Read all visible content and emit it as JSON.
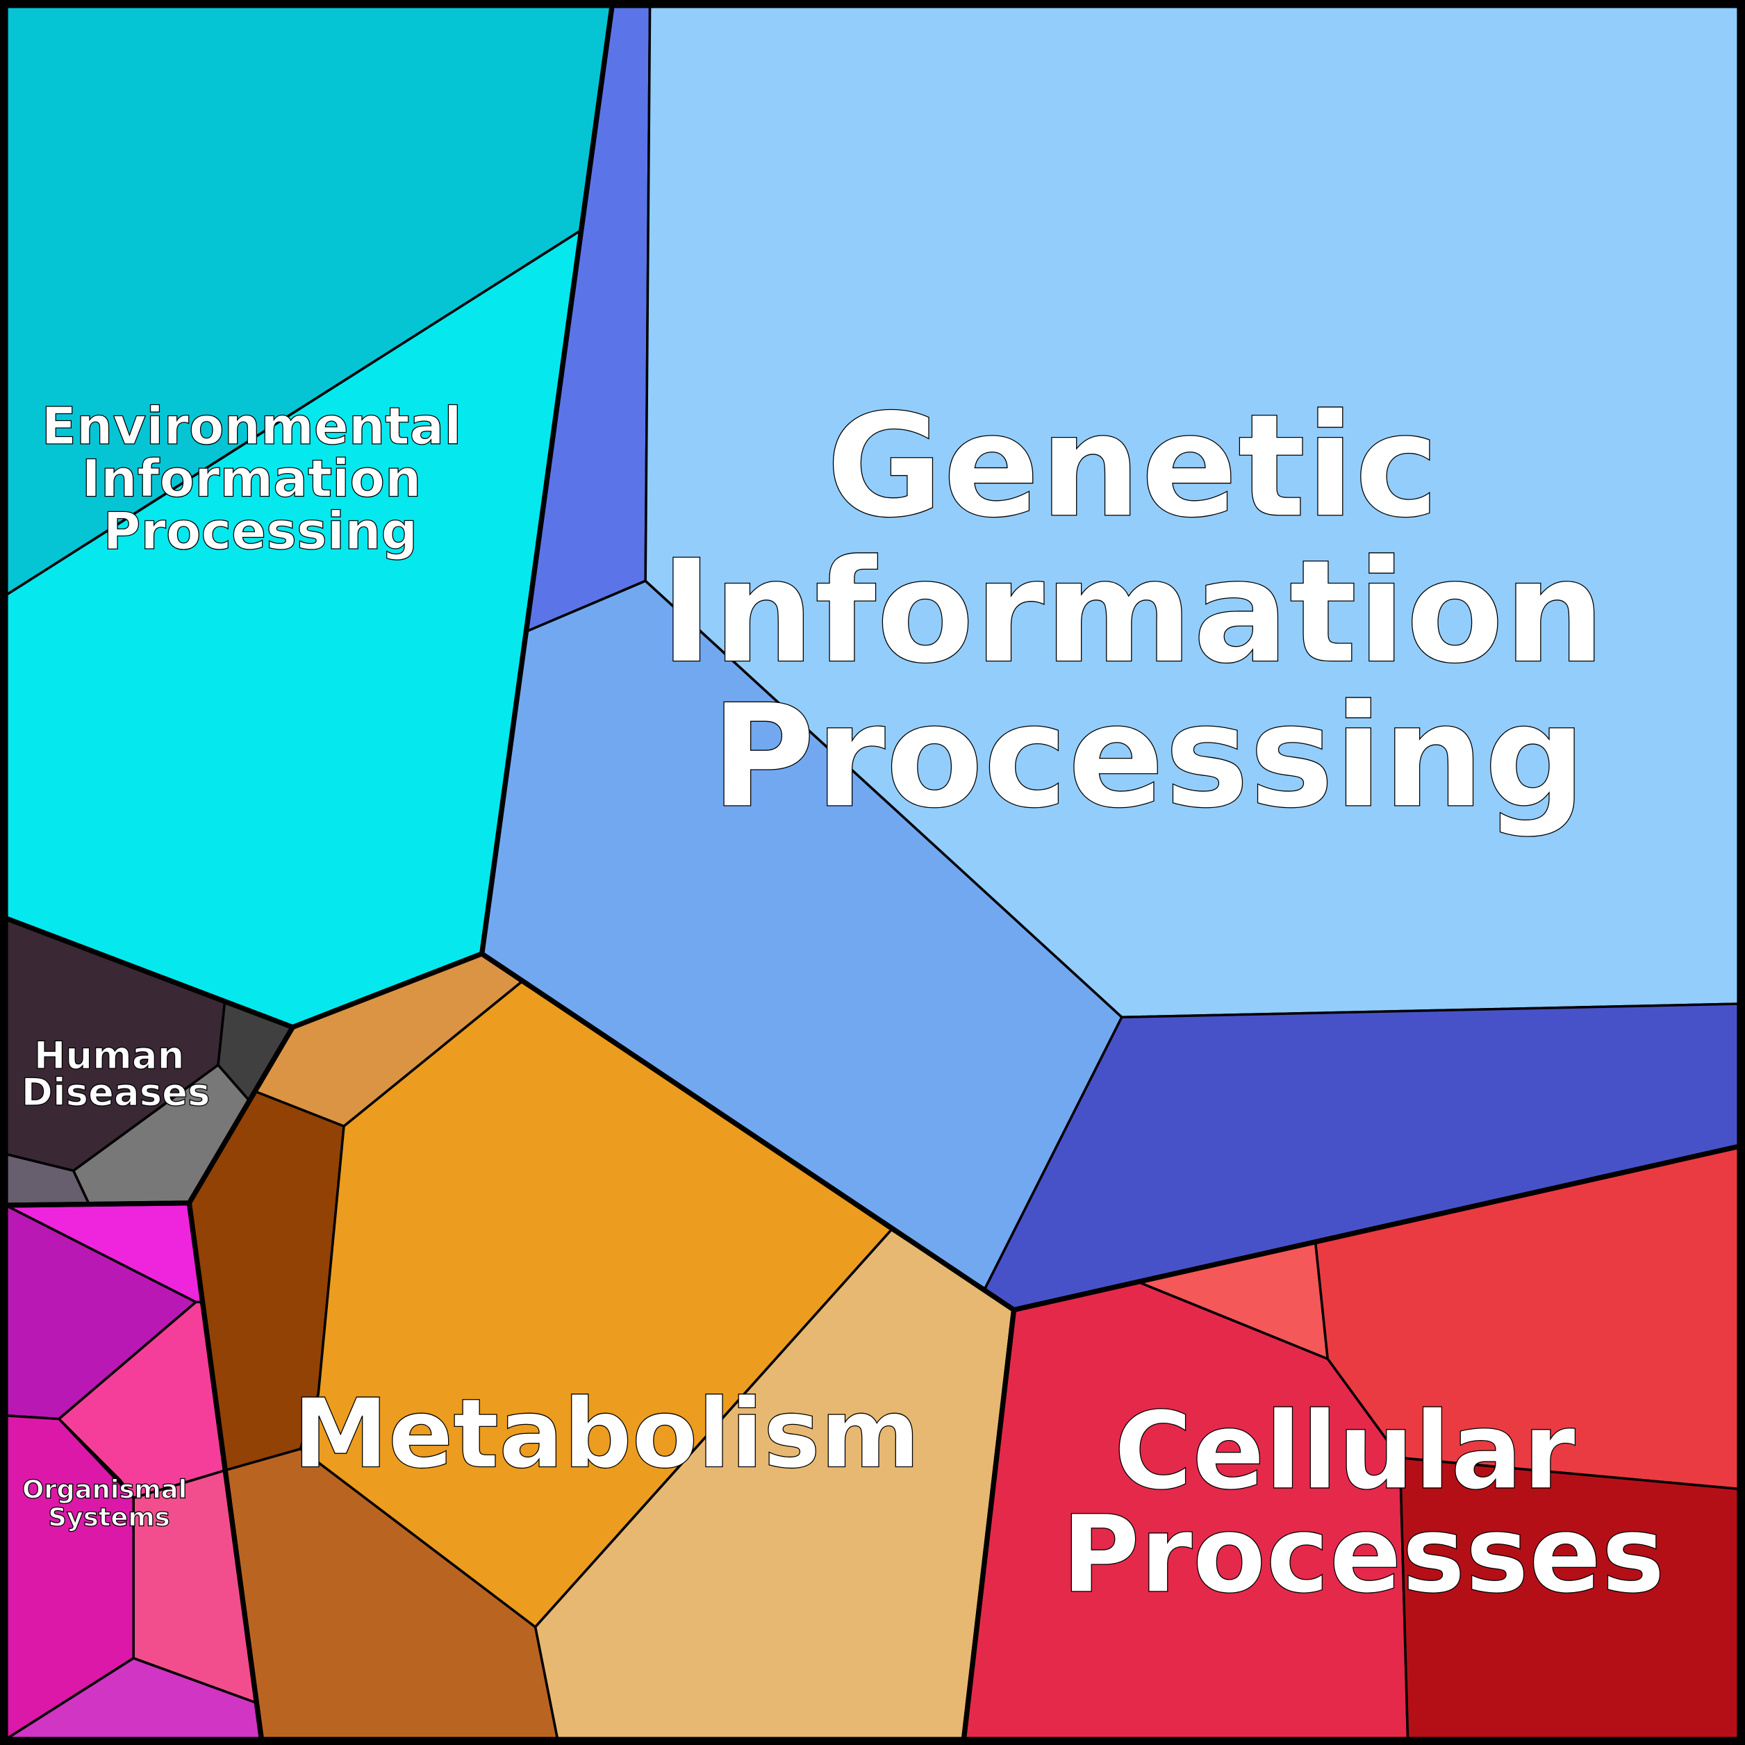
{
  "labels": {
    "environmental": [
      "Environmental",
      "Information",
      "Processing"
    ],
    "genetic": [
      "Genetic",
      "Information",
      "Processing"
    ],
    "human": [
      "Human",
      "Diseases"
    ],
    "metabolism": [
      "Metabolism"
    ],
    "organismal": [
      "Organismal",
      "Systems"
    ],
    "cellular": [
      "Cellular",
      "Processes"
    ]
  }
}
